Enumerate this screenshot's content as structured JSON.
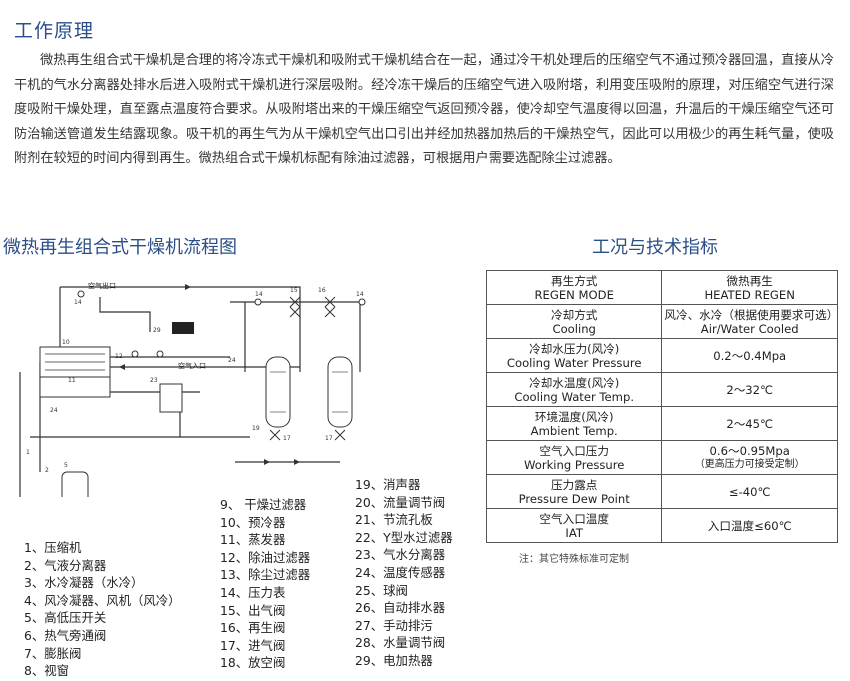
{
  "section_title": "工作原理",
  "intro_text": "微热再生组合式干燥机是合理的将冷冻式干燥机和吸附式干燥机结合在一起，通过冷干机处理后的压缩空气不通过预冷器回温，直接从冷干机的气水分离器处排水后进入吸附式干燥机进行深层吸附。经冷冻干燥后的压缩空气进入吸附塔，利用变压吸附的原理，对压缩空气进行深度吸附干燥处理，直至露点温度符合要求。从吸附塔出来的干燥压缩空气返回预冷器，使冷却空气温度得以回温，升温后的干燥压缩空气还可防治输送管道发生结露现象。吸干机的再生气为从干燥机空气出口引出并经加热器加热后的干燥热空气，因此可以用极少的再生耗气量，使吸附剂在较短的时间内得到再生。微热组合式干燥机标配有除油过滤器，可根据用户需要选配除尘过滤器。",
  "flow_title": "微热再生组合式干燥机流程图",
  "spec_title": "工况与技术指标",
  "diagram_labels": {
    "air_out": "空气出口",
    "air_in": "空气入口"
  },
  "legend_col1": [
    "1、压缩机",
    "2、气液分离器",
    "3、水冷凝器（水冷）",
    "4、风冷凝器、风机（风冷）",
    "5、高低压开关",
    "6、热气旁通阀",
    "7、膨胀阀",
    "8、视窗"
  ],
  "legend_col2": [
    "9、 干燥过滤器",
    "10、预冷器",
    "11、蒸发器",
    "12、除油过滤器",
    "13、除尘过滤器",
    "14、压力表",
    "15、出气阀",
    "16、再生阀",
    "17、进气阀",
    "18、放空阀"
  ],
  "legend_col3": [
    "19、消声器",
    "20、流量调节阀",
    "21、节流孔板",
    "22、Y型水过滤器",
    "23、气水分离器",
    "24、温度传感器",
    "25、球阀",
    "26、自动排水器",
    "27、手动排污",
    "28、水量调节阀",
    "29、电加热器"
  ],
  "spec_table": [
    {
      "cn": "再生方式",
      "en": "REGEN MODE",
      "val_cn": "微热再生",
      "val_en": "HEATED REGEN"
    },
    {
      "cn": "冷却方式",
      "en": "Cooling",
      "val_cn": "风冷、水冷（根据使用要求可选）",
      "val_en": "Air/Water Cooled"
    },
    {
      "cn": "冷却水压力(风冷)",
      "en": "Cooling Water Pressure",
      "val_cn": "0.2～0.4Mpa",
      "val_en": ""
    },
    {
      "cn": "冷却水温度(风冷)",
      "en": "Cooling Water Temp.",
      "val_cn": "2～32℃",
      "val_en": ""
    },
    {
      "cn": "环境温度(风冷)",
      "en": "Ambient Temp.",
      "val_cn": "2～45℃",
      "val_en": ""
    },
    {
      "cn": "空气入口压力",
      "en": "Working Pressure",
      "val_cn": "0.6～0.95Mpa",
      "val_en": "（更高压力可接受定制）"
    },
    {
      "cn": "压力露点",
      "en": "Pressure Dew Point",
      "val_cn": "≤-40℃",
      "val_en": ""
    },
    {
      "cn": "空气入口温度",
      "en": "IAT",
      "val_cn": "入口温度≤60℃",
      "val_en": ""
    }
  ],
  "note": "注：其它特殊标准可定制"
}
